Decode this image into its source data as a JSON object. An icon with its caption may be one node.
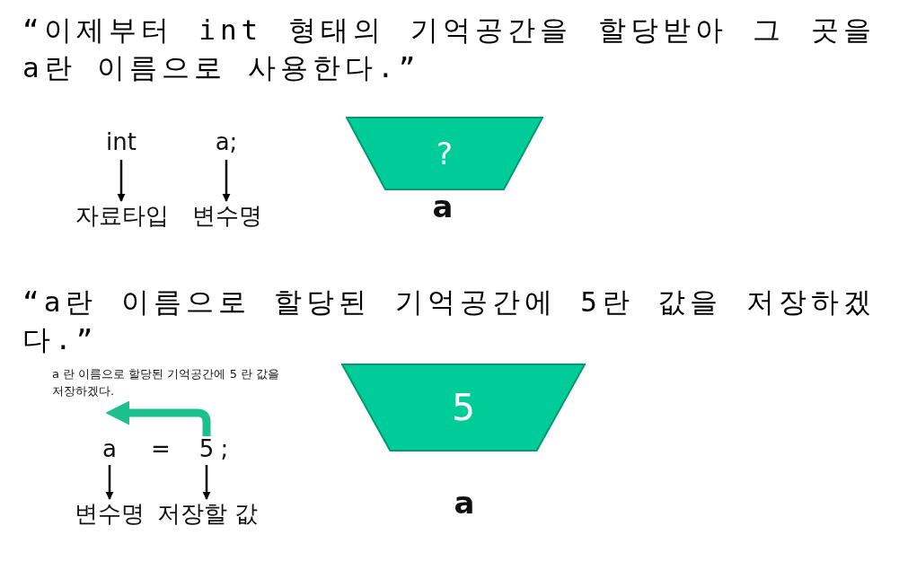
{
  "diagram": {
    "nodes": [
      {
        "text": [
          "int"
        ]
      },
      {
        "text": [
          "자료타입"
        ]
      },
      {
        "text": [
          "a;"
        ]
      },
      {
        "text": [
          "변수명"
        ]
      },
      {
        "text": [
          "?"
        ],
        "beside": [
          "a"
        ]
      },
      {
        "text": [
          "a"
        ]
      },
      {
        "text": [
          "5"
        ]
      },
      {
        "text": [
          "변수명"
        ]
      },
      {
        "text": [
          "저장할 값"
        ]
      },
      {
        "text": [
          "5"
        ],
        "beside": [
          "a"
        ]
      }
    ],
    "edges": [
      {
        "from": 0,
        "to": 1,
        "arrow": "to"
      },
      {
        "from": 2,
        "to": 3,
        "arrow": "to"
      },
      {
        "from": 6,
        "to": 5,
        "arrow": "to",
        "style": "thick",
        "color": "#1cc08c"
      },
      {
        "from": 5,
        "to": 7,
        "arrow": "to"
      },
      {
        "from": 6,
        "to": 8,
        "arrow": "to"
      }
    ],
    "labels": [
      "“이제부터 int 형태의 기억공간을 할당받아 그 곳을 a란 이름으로 사용한다.”",
      "“a란 이름으로 할당된 기억공간에 5란 값을 저장하겠다.”",
      "a 란 이름으로 할당된 기억공간에 5 란 값을 저장하겠다.",
      "=",
      ";"
    ]
  }
}
